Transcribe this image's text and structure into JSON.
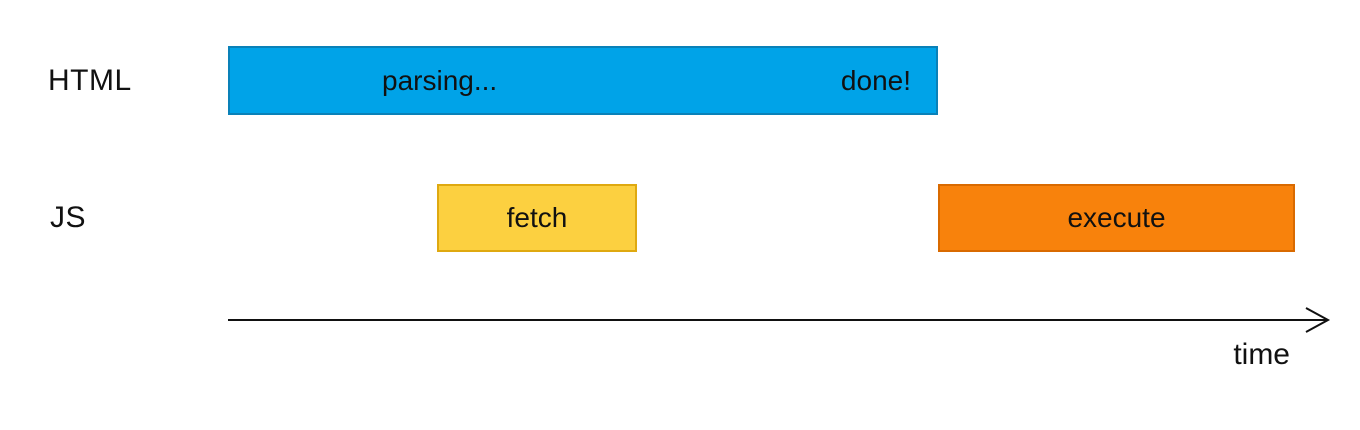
{
  "diagram": {
    "rows": [
      {
        "label": "HTML",
        "bars": [
          {
            "name": "html-parsing-bar",
            "text_left": "parsing...",
            "text_right": "done!",
            "fill": "#00A3E8",
            "border": "#0A81B8"
          }
        ]
      },
      {
        "label": "JS",
        "bars": [
          {
            "name": "fetch-bar",
            "text": "fetch",
            "fill": "#FCD040",
            "border": "#DFA910"
          },
          {
            "name": "execute-bar",
            "text": "execute",
            "fill": "#F8820C",
            "border": "#D96A00"
          }
        ]
      }
    ],
    "axis": {
      "label": "time",
      "line_color": "#111111"
    }
  }
}
